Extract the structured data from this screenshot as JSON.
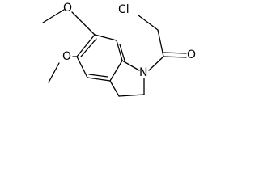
{
  "colors": {
    "background": "#ffffff",
    "ink": "#000000"
  },
  "atoms": {
    "chlorine": "Cl",
    "carbonyl_oxygen": "O",
    "ring_nitrogen": "N",
    "methoxy_oxygen_top": "O",
    "methoxy_oxygen_bottom": "O"
  }
}
